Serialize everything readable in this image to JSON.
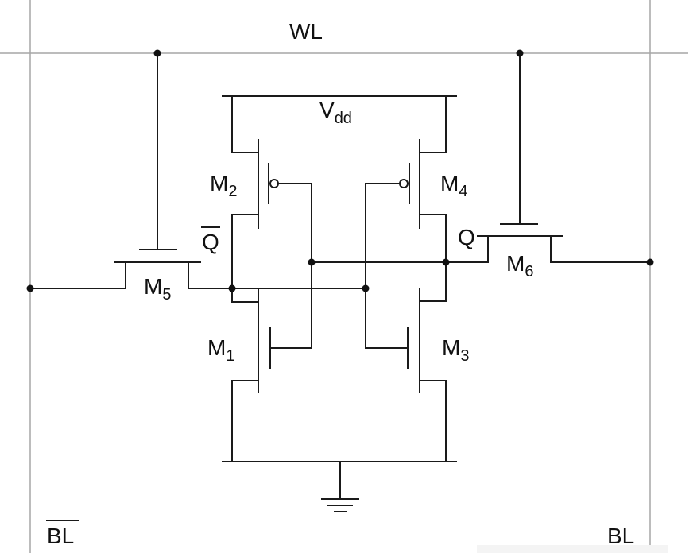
{
  "labels": {
    "wordline": "WL",
    "vdd_main": "V",
    "vdd_sub": "dd",
    "m1_main": "M",
    "m1_sub": "1",
    "m2_main": "M",
    "m2_sub": "2",
    "m3_main": "M",
    "m3_sub": "3",
    "m4_main": "M",
    "m4_sub": "4",
    "m5_main": "M",
    "m5_sub": "5",
    "m6_main": "M",
    "m6_sub": "6",
    "q": "Q",
    "q_bar": "Q",
    "bitline": "BL",
    "bitline_bar": "BL"
  },
  "colors": {
    "wire": "#1a1a1a",
    "border": "#a6a6a6",
    "background": "#ffffff"
  }
}
